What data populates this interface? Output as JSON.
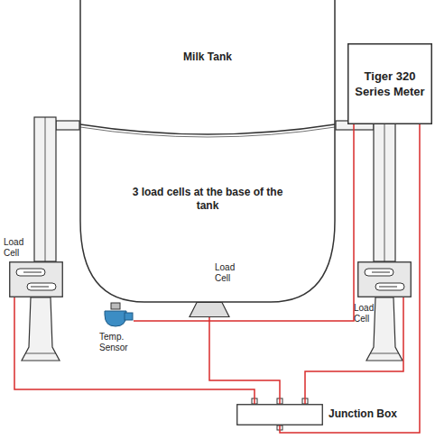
{
  "diagram": {
    "nodes": [
      {
        "text": [
          "Milk Tank",
          "3 load cells at the base of the tank"
        ]
      },
      {
        "text": [
          "Tiger 320 Series Meter"
        ]
      },
      {
        "text": [
          "Load Cell"
        ]
      },
      {
        "text": [
          "Temp. Sensor"
        ]
      },
      {
        "text": [
          "Load Cell"
        ]
      },
      {
        "text": [
          "Load Cell"
        ]
      },
      {
        "text": [
          "Junction Box"
        ]
      }
    ],
    "edges": [
      {
        "from": 2,
        "to": 6,
        "arrow": "none"
      },
      {
        "from": 4,
        "to": 6,
        "arrow": "none"
      },
      {
        "from": 5,
        "to": 6,
        "arrow": "none"
      },
      {
        "from": 3,
        "to": 1,
        "arrow": "none"
      },
      {
        "from": 6,
        "to": 1,
        "arrow": "none"
      }
    ]
  }
}
